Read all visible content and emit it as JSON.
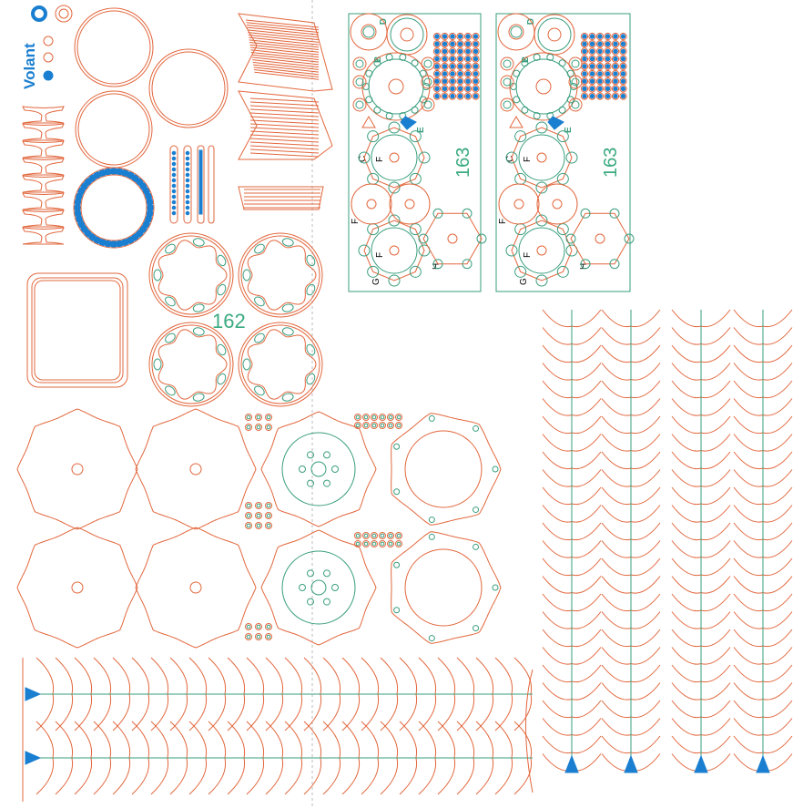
{
  "title_label": "Volant",
  "sheet_162": {
    "number": "162"
  },
  "panels": [
    {
      "number": "163",
      "labels": {
        "d": "D",
        "b": "B",
        "e": "E",
        "c": "C",
        "f1": "F",
        "f2": "F",
        "f3": "F",
        "g": "G",
        "h": "H"
      }
    },
    {
      "number": "163",
      "labels": {
        "d": "D",
        "b": "B",
        "e": "E",
        "c": "C",
        "f1": "F",
        "f2": "F",
        "f3": "F",
        "g": "G",
        "h": "H"
      }
    }
  ],
  "colors": {
    "cut": "#e2673d",
    "score": "#3a9e7e",
    "mark": "#1a7fd0",
    "panel_border": "#3a9e7e"
  }
}
